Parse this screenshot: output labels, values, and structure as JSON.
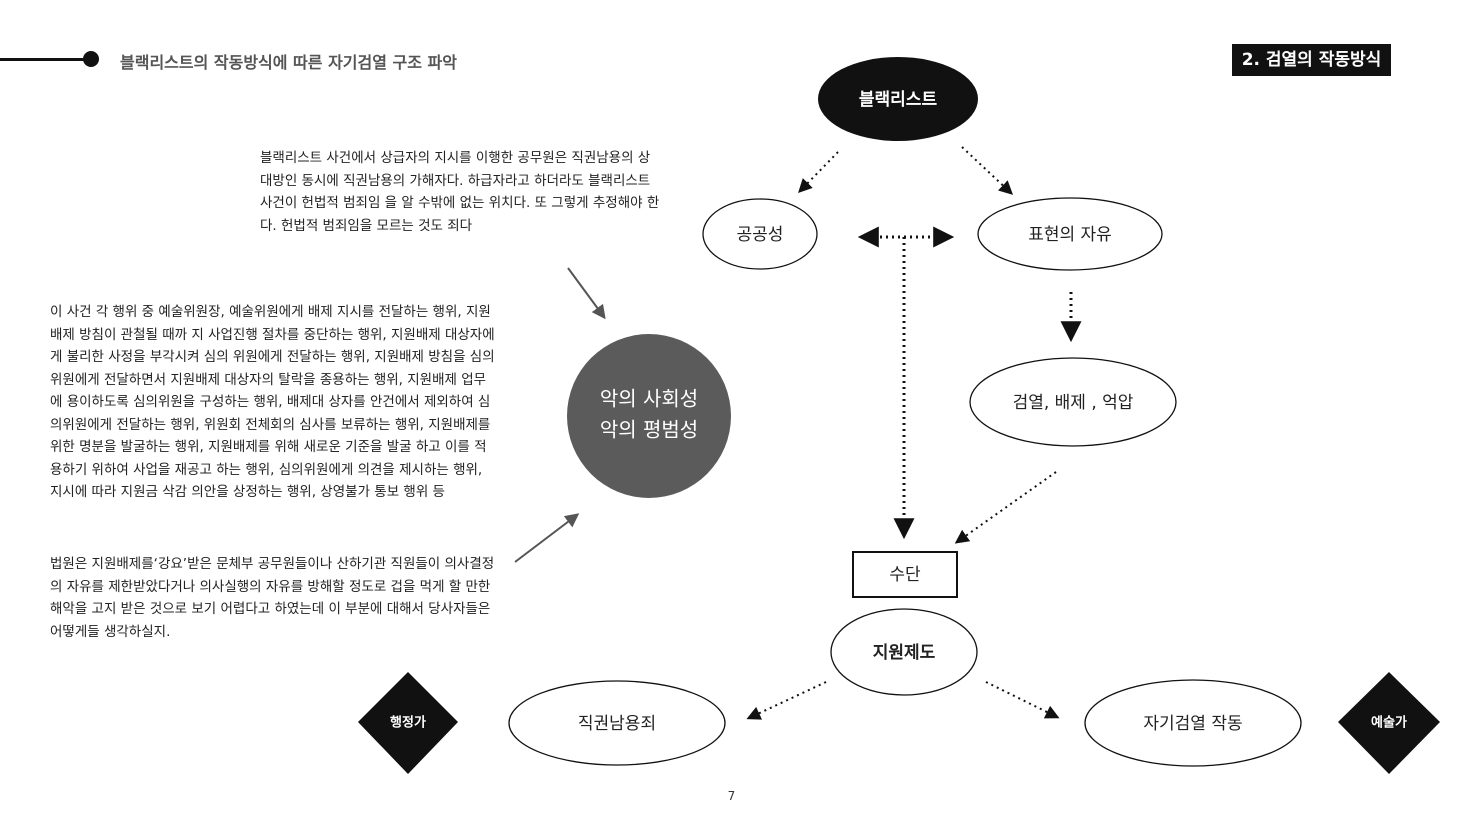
{
  "header": {
    "title": "블랙리스트의 작동방식에 따른 자기검열 구조 파악",
    "section_badge": "2. 검열의 작동방식"
  },
  "quote_text": "블랙리스트 사건에서 상급자의 지시를 이행한 공무원은 직권남용의 상대방인 동시에 직권남용의 가해자다. 하급자라고 하더라도 블랙리스트 사건이 헌법적 범죄임 을 알 수밖에 없는 위치다. 또 그렇게 추정해야 한다. 헌법적 범죄임을 모르는 것도 죄다",
  "case_text": "이 사건 각 행위 중 예술위원장, 예술위원에게 배제 지시를 전달하는 행위, 지원배제 방침이 관철될 때까 지 사업진행 절차를 중단하는 행위, 지원배제 대상자에게 불리한 사정을 부각시켜 심의 위원에게 전달하는 행위, 지원배제 방침을 심의위원에게 전달하면서 지원배제 대상자의 탈락을 종용하는 행위, 지원배제 업무에 용이하도록 심의위원을 구성하는 행위, 배제대 상자를 안건에서 제외하여 심의위원에게 전달하는 행위, 위원회 전체회의 심사를 보류하는 행위, 지원배제를 위한 명분을 발굴하는 행위, 지원배제를 위해 새로운 기준을 발굴 하고 이를 적용하기 위하여 사업을 재공고 하는 행위, 심의위원에게 의견을 제시하는 행위, 지시에 따라 지원금 삭감 의안을 상정하는 행위, 상영불가 통보 행위 등",
  "court_text": "법원은 지원배제를‘강요’받은 문체부 공무원들이나 산하기관 직원들이 의사결정의 자유를 제한받았다거나 의사실행의 자유를 방해할 정도로 겁을 먹게 할 만한 해악을 고지 받은 것으로 보기 어렵다고 하였는데 이 부분에 대해서 당사자들은 어떻게들 생각하실지.",
  "nodes": {
    "blacklist": "블랙리스트",
    "public": "공공성",
    "expression": "표현의 자유",
    "censorship": "검열, 배제 , 억압",
    "evil_line1": "악의 사회성",
    "evil_line2": "악의 평범성",
    "means": "수단",
    "support": "지원제도",
    "abuse": "직권남용죄",
    "self_censorship": "자기검열 작동",
    "administrator": "행정가",
    "artist": "예술가"
  },
  "page_number": "7",
  "colors": {
    "dark": "#111111",
    "evil_circle": "#5b5b5b",
    "arrow_gray": "#555555"
  }
}
